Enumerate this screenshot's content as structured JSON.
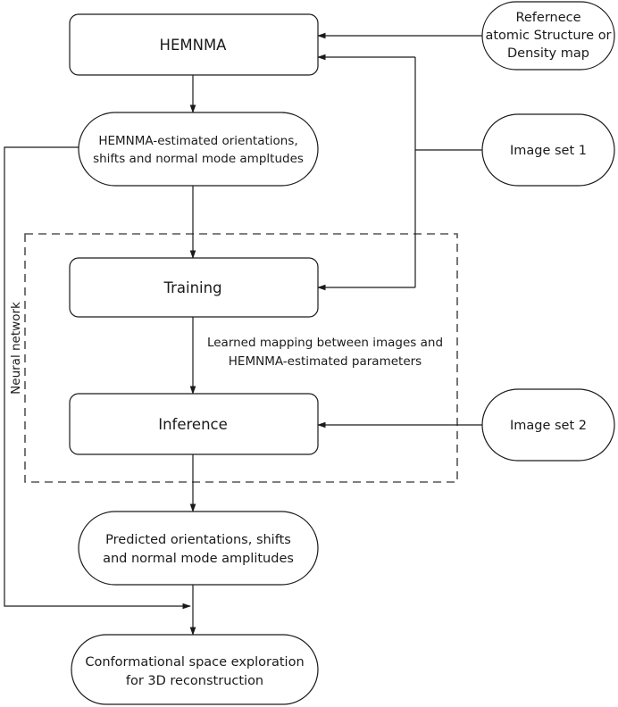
{
  "nodes": {
    "hemnma": {
      "lines": [
        "HEMNMA"
      ]
    },
    "hemnma_estimates": {
      "lines": [
        "HEMNMA-estimated orientations,",
        "shifts and normal mode ampltudes"
      ]
    },
    "training": {
      "lines": [
        "Training"
      ]
    },
    "inference": {
      "lines": [
        "Inference"
      ]
    },
    "predicted": {
      "lines": [
        "Predicted orientations, shifts",
        "and normal mode amplitudes"
      ]
    },
    "exploration": {
      "lines": [
        "Conformational space exploration",
        "for 3D reconstruction"
      ]
    },
    "reference": {
      "lines": [
        "Refernece",
        "atomic Structure or",
        "Density map"
      ]
    },
    "image_set_1": {
      "lines": [
        "Image set 1"
      ]
    },
    "image_set_2": {
      "lines": [
        "Image set 2"
      ]
    }
  },
  "edge_labels": {
    "learned_mapping": [
      "Learned mapping between images and",
      "HEMNMA-estimated parameters"
    ],
    "neural_network": "Neural network"
  }
}
